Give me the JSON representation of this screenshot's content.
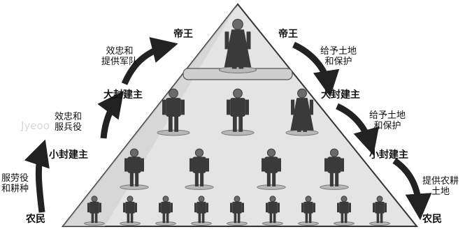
{
  "pyramid": {
    "levels": {
      "emperor": "帝王",
      "great_lord": "大封建主",
      "small_lord": "小封建主",
      "peasant": "农民"
    }
  },
  "upward": {
    "peasant_to_small": [
      "服劳役",
      "和耕种"
    ],
    "small_to_great": [
      "效忠和",
      "服兵役"
    ],
    "great_to_emperor": [
      "效忠和",
      "提供军队"
    ]
  },
  "downward": {
    "emperor_to_great": [
      "给予土地",
      "和保护"
    ],
    "great_to_small": [
      "给予土地",
      "和保护"
    ],
    "small_to_peasant": [
      "提供农耕",
      "土地"
    ]
  },
  "watermark": "Jyeoo",
  "colors": {
    "pyramid_fill": "#e4e4e4",
    "pyramid_edge": "#333333",
    "arrow": "#222222",
    "figure": "#3a3a3a",
    "base": "#b8b8b8"
  },
  "figures": {
    "row1": 1,
    "row2": 3,
    "row3": 4,
    "row4": 9
  }
}
